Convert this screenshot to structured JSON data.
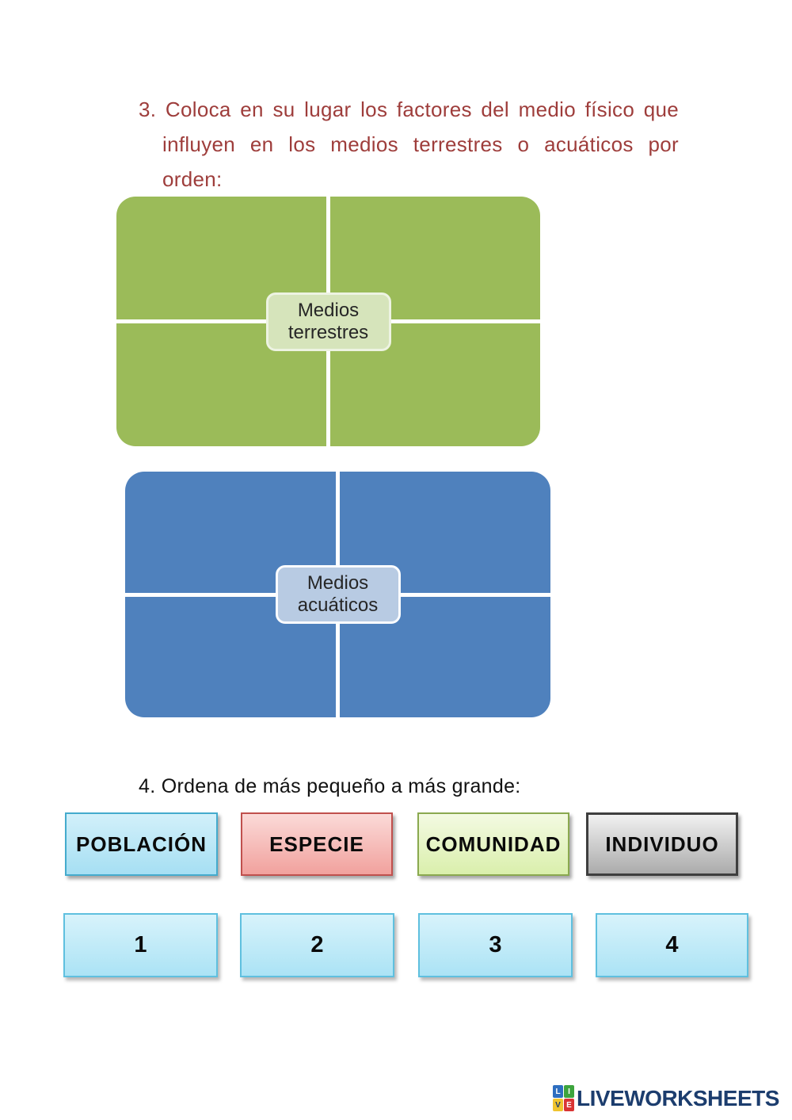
{
  "question3": {
    "color": "#9E3D3B",
    "lines": [
      "3. Coloca en su lugar los factores del medio físico que",
      "influyen en los medios terrestres o acuáticos por",
      "orden:"
    ]
  },
  "panels": {
    "terrestres": {
      "title_line1": "Medios",
      "title_line2": "terrestres",
      "panel_color": "#9BBB59",
      "label_bg": "#D6E4BB"
    },
    "acuaticos": {
      "title_line1": "Medios",
      "title_line2": "acuáticos",
      "panel_color": "#4F81BD",
      "label_bg": "#B8CBE3"
    }
  },
  "question4": {
    "text": "4. Ordena de más pequeño a más grande:"
  },
  "word_boxes": [
    {
      "label": "POBLACIÓN",
      "fill": "#BDE9F7",
      "border": "#44ABCD"
    },
    {
      "label": "ESPECIE",
      "fill": "#F6BCB9",
      "border": "#C0504D"
    },
    {
      "label": "COMUNIDAD",
      "fill": "#E2F3BE",
      "border": "#8AA94F"
    },
    {
      "label": "INDIVIDUO",
      "fill": "#D0D0D0",
      "border": "#3E3E3E"
    }
  ],
  "number_boxes": [
    {
      "label": "1",
      "fill": "#C2EAF8",
      "border": "#5FC0DF"
    },
    {
      "label": "2",
      "fill": "#C2EAF8",
      "border": "#5FC0DF"
    },
    {
      "label": "3",
      "fill": "#C2EAF8",
      "border": "#5FC0DF"
    },
    {
      "label": "4",
      "fill": "#C2EAF8",
      "border": "#5FC0DF"
    }
  ],
  "footer": {
    "brand": "LIVEWORKSHEETS",
    "brand_color": "#1C3D6E",
    "icon_letters": [
      "L",
      "I",
      "V",
      "E"
    ],
    "icon_colors": [
      "#2E6EC0",
      "#3DA43D",
      "#F0C42F",
      "#D93434"
    ]
  }
}
